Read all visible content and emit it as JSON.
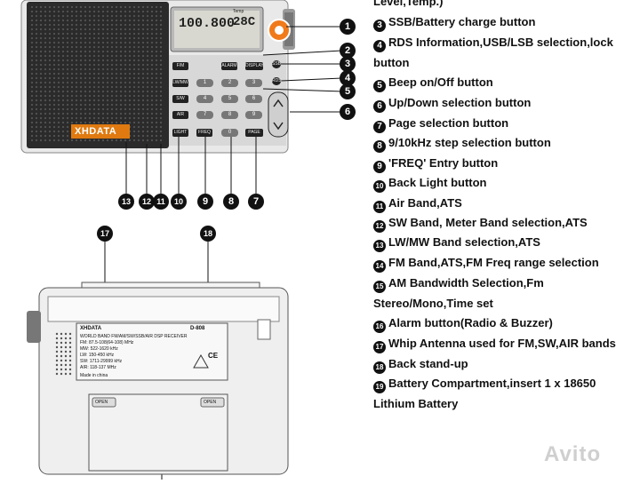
{
  "legend": {
    "top_partial": "Level,Temp.)",
    "items": [
      {
        "num": "3",
        "text": "SSB/Battery charge button"
      },
      {
        "num": "4",
        "text": "RDS Information,USB/LSB selection,lock"
      },
      {
        "num": "",
        "text": "button"
      },
      {
        "num": "5",
        "text": "Beep on/Off button"
      },
      {
        "num": "6",
        "text": "Up/Down selection button"
      },
      {
        "num": "7",
        "text": "Page selection button"
      },
      {
        "num": "8",
        "text": "9/10kHz step selection button"
      },
      {
        "num": "9",
        "text": "'FREQ' Entry button"
      },
      {
        "num": "10",
        "text": "Back Light button"
      },
      {
        "num": "11",
        "text": "Air Band,ATS"
      },
      {
        "num": "12",
        "text": "SW Band, Meter Band selection,ATS"
      },
      {
        "num": "13",
        "text": "LW/MW Band selection,ATS"
      },
      {
        "num": "14",
        "text": "FM Band,ATS,FM Freq range selection"
      },
      {
        "num": "15",
        "text": "AM Bandwidth Selection,Fm"
      },
      {
        "num": "",
        "text": "Stereo/Mono,Time set"
      },
      {
        "num": "16",
        "text": "Alarm button(Radio & Buzzer)"
      },
      {
        "num": "17",
        "text": "Whip Antenna used for FM,SW,AIR bands"
      },
      {
        "num": "18",
        "text": "Back stand-up"
      },
      {
        "num": "19",
        "text": "Battery Compartment,insert 1 x 18650"
      },
      {
        "num": "",
        "text": "Lithium Battery"
      }
    ]
  },
  "front": {
    "brand": "XHDATA",
    "lcd_freq": "100.800",
    "lcd_temp": "28C",
    "lcd_temp_label": "Temp",
    "buttons": {
      "fm": "F/M",
      "alarm": "ALARM",
      "display": "DISPLAY",
      "ssb": "SSB",
      "lwmw": "LW/MW",
      "sw": "S/W",
      "air": "AIR",
      "light": "LIGHT",
      "freq": "FREQ",
      "page": "PAGE",
      "rds": "RDS"
    },
    "keypad": [
      "1",
      "2",
      "3",
      "4",
      "5",
      "6",
      "7",
      "8",
      "9",
      "0"
    ],
    "callouts": [
      "1",
      "2",
      "3",
      "4",
      "5",
      "6",
      "13",
      "12",
      "11",
      "10",
      "9",
      "8",
      "7"
    ]
  },
  "back": {
    "callouts": [
      "17",
      "18"
    ],
    "label_brand": "XHDATA",
    "label_model": "D-808",
    "label_subtitle": "WORLD BAND FM/AM/SW/SSB/AIR DSP RECEIVER",
    "specs": [
      "FM: 87.5-108(64-108) MHz",
      "MW: 522-1620 kHz",
      "LW: 150-450 kHz",
      "SW: 1711-29999 kHz",
      "AIR: 118-137 MHz"
    ],
    "made_in": "Made in china",
    "open_left": "OPEN",
    "open_right": "OPEN",
    "ce": "CE"
  },
  "watermark": "Avito"
}
